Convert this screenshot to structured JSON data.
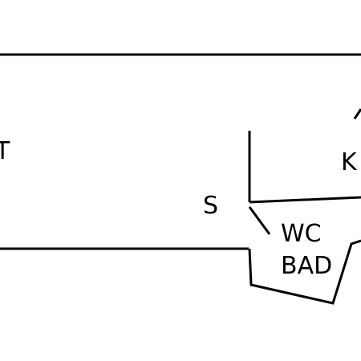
{
  "floorplan": {
    "labels": {
      "left_room": "T",
      "hall": "S",
      "kitchen": "K",
      "bath_line1": "WC",
      "bath_line2": "BAD"
    },
    "colors": {
      "line": "#000000",
      "background": "#ffffff"
    }
  }
}
